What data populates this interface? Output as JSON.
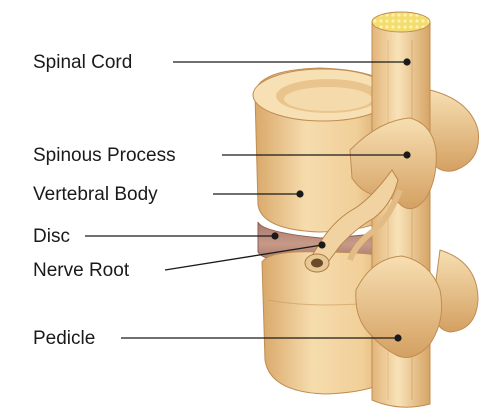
{
  "diagram": {
    "labels": [
      {
        "id": "spinal-cord",
        "text": "Spinal Cord"
      },
      {
        "id": "spinous-process",
        "text": "Spinous Process"
      },
      {
        "id": "vertebral-body",
        "text": "Vertebral Body"
      },
      {
        "id": "disc",
        "text": "Disc"
      },
      {
        "id": "nerve-root",
        "text": "Nerve Root"
      },
      {
        "id": "pedicle",
        "text": "Pedicle"
      }
    ]
  }
}
